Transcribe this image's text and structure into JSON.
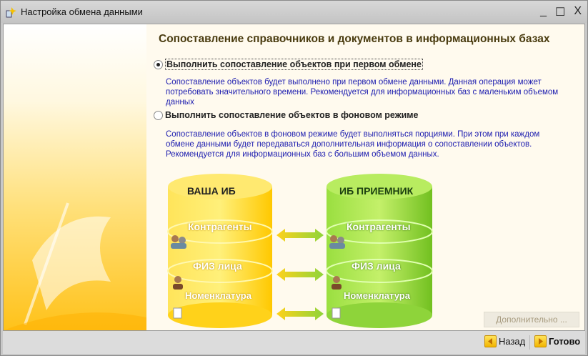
{
  "window": {
    "title": "Настройка обмена данными",
    "minimize": "_",
    "maximize": "☐",
    "close": "X"
  },
  "heading": "Сопоставление справочников и документов в информационных базах",
  "options": [
    {
      "label": "Выполнить сопоставление объектов при первом обмене",
      "selected": true,
      "description": "Сопоставление объектов будет выполнено при первом обмене данными. Данная операция может потребовать значительного времени. Рекомендуется для информационных баз с маленьким объемом данных"
    },
    {
      "label": "Выполнить сопоставление объектов в фоновом режиме",
      "selected": false,
      "description": "Сопоставление объектов в фоновом режиме будет выполняться порциями. При этом при каждом обмене данными будет передаваться дополнительная информация о сопоставлении объектов. Рекомендуется для информационных баз с большим объемом данных."
    }
  ],
  "diagram": {
    "source": {
      "title": "ВАША  ИБ",
      "items": [
        "Контрагенты",
        "ФИЗ лица",
        "Номенклатура"
      ],
      "color": "#ffd21a"
    },
    "target": {
      "title": "ИБ ПРИЕМНИК",
      "items": [
        "Контрагенты",
        "ФИЗ лица",
        "Номенклатура"
      ],
      "color": "#8ed43a"
    }
  },
  "more_button": "Дополнительно ...",
  "footer": {
    "back": "Назад",
    "done": "Готово"
  }
}
